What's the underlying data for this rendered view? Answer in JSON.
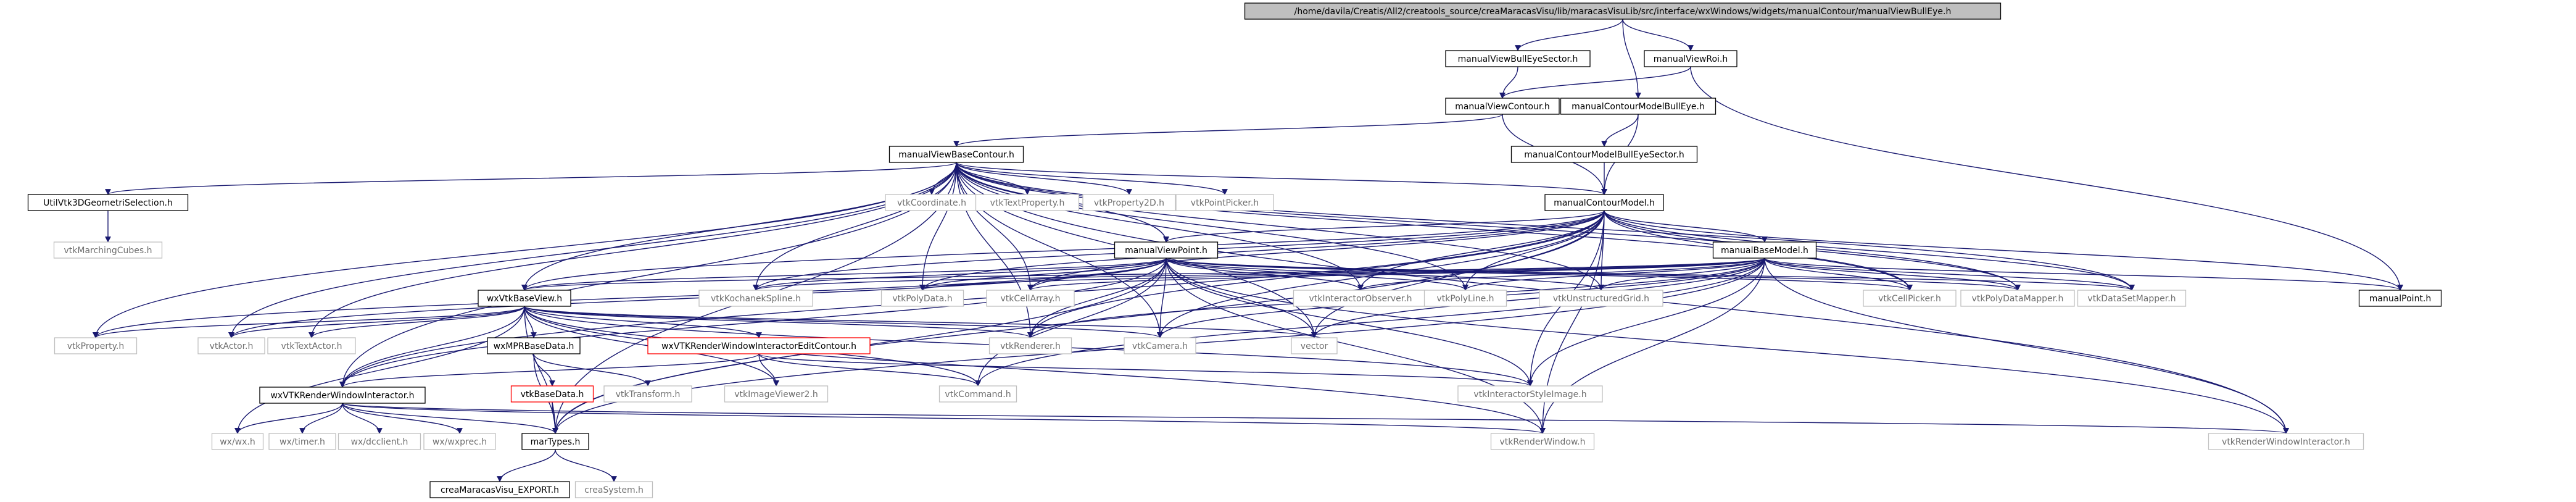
{
  "colors": {
    "edge": "#191970",
    "edge_external": "#9a9a9a",
    "root_fill": "#bfbfbf",
    "border_internal": "#000000",
    "border_external": "#bfbfbf",
    "border_missing": "#ff0000",
    "text_internal": "#000000",
    "text_external": "#6f6f6f"
  },
  "nodes": [
    {
      "id": "root",
      "label": "/home/davila/Creatis/All2/creatools_source/creaMaracasVisu/lib/maracasVisuLib/src/interface/wxWindows/widgets/manualContour/manualViewBullEye.h",
      "kind": "root"
    },
    {
      "id": "mvbes",
      "label": "manualViewBullEyeSector.h",
      "kind": "internal"
    },
    {
      "id": "mvroi",
      "label": "manualViewRoi.h",
      "kind": "internal"
    },
    {
      "id": "mvc",
      "label": "manualViewContour.h",
      "kind": "internal"
    },
    {
      "id": "mcmbe",
      "label": "manualContourModelBullEye.h",
      "kind": "internal"
    },
    {
      "id": "mcmbes",
      "label": "manualContourModelBullEyeSector.h",
      "kind": "internal"
    },
    {
      "id": "mvbc",
      "label": "manualViewBaseContour.h",
      "kind": "internal"
    },
    {
      "id": "uv3d",
      "label": "UtilVtk3DGeometriSelection.h",
      "kind": "internal"
    },
    {
      "id": "vmc",
      "label": "vtkMarchingCubes.h",
      "kind": "external"
    },
    {
      "id": "vcoord",
      "label": "vtkCoordinate.h",
      "kind": "external"
    },
    {
      "id": "vtextp",
      "label": "vtkTextProperty.h",
      "kind": "external"
    },
    {
      "id": "vprop2d",
      "label": "vtkProperty2D.h",
      "kind": "external"
    },
    {
      "id": "vpp",
      "label": "vtkPointPicker.h",
      "kind": "external"
    },
    {
      "id": "mcm",
      "label": "manualContourModel.h",
      "kind": "internal"
    },
    {
      "id": "mvp",
      "label": "manualViewPoint.h",
      "kind": "internal"
    },
    {
      "id": "mbm",
      "label": "manualBaseModel.h",
      "kind": "internal"
    },
    {
      "id": "wxvbv",
      "label": "wxVtkBaseView.h",
      "kind": "internal"
    },
    {
      "id": "vks",
      "label": "vtkKochanekSpline.h",
      "kind": "external"
    },
    {
      "id": "vpd",
      "label": "vtkPolyData.h",
      "kind": "external"
    },
    {
      "id": "vca",
      "label": "vtkCellArray.h",
      "kind": "external"
    },
    {
      "id": "vio",
      "label": "vtkInteractorObserver.h",
      "kind": "external"
    },
    {
      "id": "vpl",
      "label": "vtkPolyLine.h",
      "kind": "external"
    },
    {
      "id": "vug",
      "label": "vtkUnstructuredGrid.h",
      "kind": "external"
    },
    {
      "id": "vcp",
      "label": "vtkCellPicker.h",
      "kind": "external"
    },
    {
      "id": "vpdm",
      "label": "vtkPolyDataMapper.h",
      "kind": "external"
    },
    {
      "id": "vdsm",
      "label": "vtkDataSetMapper.h",
      "kind": "external"
    },
    {
      "id": "mpoint",
      "label": "manualPoint.h",
      "kind": "internal"
    },
    {
      "id": "vprop",
      "label": "vtkProperty.h",
      "kind": "external"
    },
    {
      "id": "vactor",
      "label": "vtkActor.h",
      "kind": "external"
    },
    {
      "id": "vtexta",
      "label": "vtkTextActor.h",
      "kind": "external"
    },
    {
      "id": "wxmpr",
      "label": "wxMPRBaseData.h",
      "kind": "internal"
    },
    {
      "id": "wxvtkrwie",
      "label": "wxVTKRenderWindowInteractorEditContour.h",
      "kind": "missing"
    },
    {
      "id": "vren",
      "label": "vtkRenderer.h",
      "kind": "external"
    },
    {
      "id": "vcam",
      "label": "vtkCamera.h",
      "kind": "external"
    },
    {
      "id": "vector",
      "label": "vector",
      "kind": "external"
    },
    {
      "id": "vbd",
      "label": "vtkBaseData.h",
      "kind": "missing"
    },
    {
      "id": "vtrans",
      "label": "vtkTransform.h",
      "kind": "external"
    },
    {
      "id": "viv2",
      "label": "vtkImageViewer2.h",
      "kind": "external"
    },
    {
      "id": "vcmd",
      "label": "vtkCommand.h",
      "kind": "external"
    },
    {
      "id": "visi",
      "label": "vtkInteractorStyleImage.h",
      "kind": "external"
    },
    {
      "id": "wxvtkrwi",
      "label": "wxVTKRenderWindowInteractor.h",
      "kind": "internal"
    },
    {
      "id": "wxwx",
      "label": "wx/wx.h",
      "kind": "external"
    },
    {
      "id": "wxtimer",
      "label": "wx/timer.h",
      "kind": "external"
    },
    {
      "id": "wxdc",
      "label": "wx/dcclient.h",
      "kind": "external"
    },
    {
      "id": "wxprec",
      "label": "wx/wxprec.h",
      "kind": "external"
    },
    {
      "id": "martypes",
      "label": "marTypes.h",
      "kind": "internal"
    },
    {
      "id": "vrw",
      "label": "vtkRenderWindow.h",
      "kind": "external"
    },
    {
      "id": "vrwi",
      "label": "vtkRenderWindowInteractor.h",
      "kind": "external"
    },
    {
      "id": "cmve",
      "label": "creaMaracasVisu_EXPORT.h",
      "kind": "internal"
    },
    {
      "id": "csys",
      "label": "creaSystem.h",
      "kind": "external"
    }
  ],
  "edges": [
    [
      "root",
      "mvbes"
    ],
    [
      "root",
      "mvroi"
    ],
    [
      "root",
      "mcmbe"
    ],
    [
      "mvbes",
      "mvc"
    ],
    [
      "mvroi",
      "mvc"
    ],
    [
      "mvroi",
      "mpoint"
    ],
    [
      "mvc",
      "mvbc"
    ],
    [
      "mvc",
      "mcm"
    ],
    [
      "mcmbe",
      "mcmbes"
    ],
    [
      "mcmbe",
      "mcm"
    ],
    [
      "mcmbes",
      "mcm"
    ],
    [
      "mvbc",
      "uv3d"
    ],
    [
      "mvbc",
      "vcoord"
    ],
    [
      "mvbc",
      "vtextp"
    ],
    [
      "mvbc",
      "vprop2d"
    ],
    [
      "mvbc",
      "vpp"
    ],
    [
      "mvbc",
      "mcm"
    ],
    [
      "mvbc",
      "mvp"
    ],
    [
      "mvbc",
      "wxvbv"
    ],
    [
      "mvbc",
      "vks"
    ],
    [
      "mvbc",
      "vpd"
    ],
    [
      "mvbc",
      "vca"
    ],
    [
      "mvbc",
      "vio"
    ],
    [
      "mvbc",
      "vpl"
    ],
    [
      "mvbc",
      "vug"
    ],
    [
      "mvbc",
      "vcp"
    ],
    [
      "mvbc",
      "vpdm"
    ],
    [
      "mvbc",
      "vdsm"
    ],
    [
      "mvbc",
      "vprop"
    ],
    [
      "mvbc",
      "vactor"
    ],
    [
      "mvbc",
      "vtexta"
    ],
    [
      "mvbc",
      "vren"
    ],
    [
      "mvbc",
      "vcam"
    ],
    [
      "mvbc",
      "vector"
    ],
    [
      "mvbc",
      "vrwi"
    ],
    [
      "mvbc",
      "wxvtkrwi"
    ],
    [
      "mvbc",
      "martypes"
    ],
    [
      "uv3d",
      "vmc"
    ],
    [
      "mcm",
      "mbm"
    ],
    [
      "mcm",
      "mvp"
    ],
    [
      "mcm",
      "vks"
    ],
    [
      "mcm",
      "vpd"
    ],
    [
      "mcm",
      "vca"
    ],
    [
      "mcm",
      "vio"
    ],
    [
      "mcm",
      "vpl"
    ],
    [
      "mcm",
      "vug"
    ],
    [
      "mcm",
      "vcp"
    ],
    [
      "mcm",
      "vpdm"
    ],
    [
      "mcm",
      "vdsm"
    ],
    [
      "mcm",
      "mpoint"
    ],
    [
      "mcm",
      "vren"
    ],
    [
      "mcm",
      "vcam"
    ],
    [
      "mcm",
      "vector"
    ],
    [
      "mcm",
      "visi"
    ],
    [
      "mcm",
      "vrw"
    ],
    [
      "mcm",
      "martypes"
    ],
    [
      "mcm",
      "wxvtkrwi"
    ],
    [
      "mcm",
      "wxvbv"
    ],
    [
      "mbm",
      "vks"
    ],
    [
      "mbm",
      "vpd"
    ],
    [
      "mbm",
      "vca"
    ],
    [
      "mbm",
      "vio"
    ],
    [
      "mbm",
      "vpl"
    ],
    [
      "mbm",
      "vug"
    ],
    [
      "mbm",
      "vcp"
    ],
    [
      "mbm",
      "vpdm"
    ],
    [
      "mbm",
      "vdsm"
    ],
    [
      "mbm",
      "mpoint"
    ],
    [
      "mbm",
      "vren"
    ],
    [
      "mbm",
      "vcam"
    ],
    [
      "mbm",
      "vector"
    ],
    [
      "mbm",
      "vcmd"
    ],
    [
      "mbm",
      "visi"
    ],
    [
      "mbm",
      "vrw"
    ],
    [
      "mbm",
      "vrwi"
    ],
    [
      "mbm",
      "martypes"
    ],
    [
      "mbm",
      "wxvbv"
    ],
    [
      "mvp",
      "wxvbv"
    ],
    [
      "mvp",
      "vks"
    ],
    [
      "mvp",
      "vpd"
    ],
    [
      "mvp",
      "vca"
    ],
    [
      "mvp",
      "vio"
    ],
    [
      "mvp",
      "vpl"
    ],
    [
      "mvp",
      "vug"
    ],
    [
      "mvp",
      "vcp"
    ],
    [
      "mvp",
      "vpdm"
    ],
    [
      "mvp",
      "vdsm"
    ],
    [
      "mvp",
      "vprop"
    ],
    [
      "mvp",
      "vren"
    ],
    [
      "mvp",
      "vcam"
    ],
    [
      "mvp",
      "vector"
    ],
    [
      "mvp",
      "vcmd"
    ],
    [
      "mvp",
      "visi"
    ],
    [
      "mvp",
      "vrw"
    ],
    [
      "mvp",
      "vrwi"
    ],
    [
      "mvp",
      "martypes"
    ],
    [
      "mvp",
      "wxvtkrwi"
    ],
    [
      "mvp",
      "vactor"
    ],
    [
      "wxvbv",
      "vprop"
    ],
    [
      "wxvbv",
      "vactor"
    ],
    [
      "wxvbv",
      "vtexta"
    ],
    [
      "wxvbv",
      "wxmpr"
    ],
    [
      "wxvbv",
      "wxvtkrwie"
    ],
    [
      "wxvbv",
      "vren"
    ],
    [
      "wxvbv",
      "vcam"
    ],
    [
      "wxvbv",
      "vector"
    ],
    [
      "wxvbv",
      "vcmd"
    ],
    [
      "wxvbv",
      "visi"
    ],
    [
      "wxvbv",
      "viv2"
    ],
    [
      "wxvbv",
      "wxvtkrwi"
    ],
    [
      "wxvbv",
      "wxwx"
    ],
    [
      "wxvbv",
      "martypes"
    ],
    [
      "wxvbv",
      "vrw"
    ],
    [
      "wxmpr",
      "vbd"
    ],
    [
      "wxmpr",
      "vtrans"
    ],
    [
      "wxmpr",
      "martypes"
    ],
    [
      "vbd",
      "martypes"
    ],
    [
      "wxvtkrwie",
      "wxvtkrwi"
    ],
    [
      "wxvtkrwie",
      "viv2"
    ],
    [
      "wxvtkrwie",
      "visi"
    ],
    [
      "wxvtkrwie",
      "vcmd"
    ],
    [
      "wxvtkrwi",
      "wxwx"
    ],
    [
      "wxvtkrwi",
      "wxtimer"
    ],
    [
      "wxvtkrwi",
      "wxdc"
    ],
    [
      "wxvtkrwi",
      "wxprec"
    ],
    [
      "wxvtkrwi",
      "vrw"
    ],
    [
      "wxvtkrwi",
      "vrwi"
    ],
    [
      "wxvtkrwi",
      "martypes"
    ],
    [
      "martypes",
      "cmve"
    ],
    [
      "martypes",
      "csys"
    ]
  ]
}
